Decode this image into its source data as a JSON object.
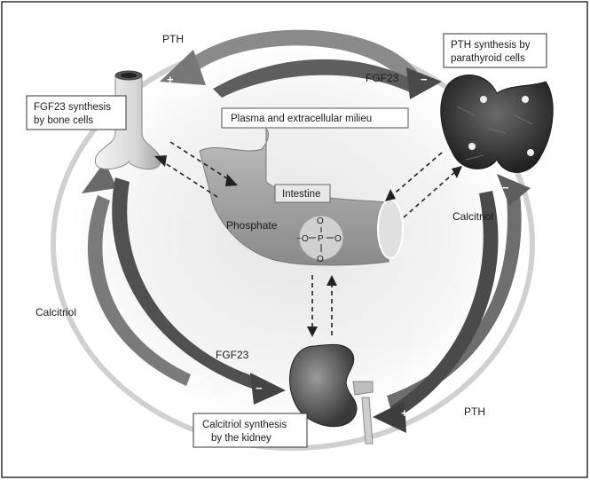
{
  "boxes": {
    "bone": [
      "FGF23 synthesis",
      "by bone cells"
    ],
    "parathyroid": [
      "PTH synthesis by",
      "parathyroid cells"
    ],
    "plasma": "Plasma and  extracellular milieu",
    "intestine": "Intestine",
    "kidney": [
      "Calcitriol synthesis",
      "by the kidney"
    ]
  },
  "labels": {
    "pth_top": "PTH",
    "fgf23_top": "FGF23",
    "calcitriol_left": "Calcitriol",
    "calcitriol_right": "Calcitriol",
    "fgf23_bottom": "FGF23",
    "pth_bottom": "PTH",
    "phosphate": "Phosphate"
  },
  "signs": {
    "top_left": "+",
    "top_right": "−",
    "left": "+",
    "right": "−",
    "bottom_left": "−",
    "bottom_right": "+"
  },
  "phosphate_atoms": {
    "center": "P",
    "oxygen": "O",
    "bond_minus": "−"
  }
}
